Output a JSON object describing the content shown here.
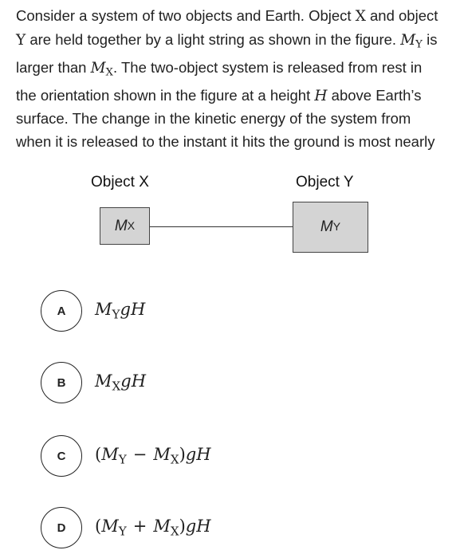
{
  "question": {
    "t1": "Consider a system of two objects and Earth. Object ",
    "x1": "X",
    "t2": " and object ",
    "y1": "Y",
    "t3": " are held together by a light string as shown in the figure. ",
    "my_M": "M",
    "my_s": "Y",
    "t4": " is larger than ",
    "mx_M": "M",
    "mx_s": "X",
    "t5": ". The two-object system is released from rest in the orientation shown in the figure at a height ",
    "h": "H",
    "t6": " above Earth’s surface. The change in the kinetic energy of the system from when it is released to the instant it hits the ground is most nearly"
  },
  "figure": {
    "label_x": "Object X",
    "label_y": "Object Y",
    "box_x": {
      "m": "M",
      "s": "X"
    },
    "box_y": {
      "m": "M",
      "s": "Y"
    }
  },
  "choices": [
    {
      "letter": "A",
      "parts": {
        "m1": "M",
        "s1": "Y",
        "rest": "gH"
      }
    },
    {
      "letter": "B",
      "parts": {
        "m1": "M",
        "s1": "X",
        "rest": "gH"
      }
    },
    {
      "letter": "C",
      "parts": {
        "open": "(",
        "m1": "M",
        "s1": "Y",
        "op": "−",
        "m2": "M",
        "s2": "X",
        "close": ")",
        "rest": "gH"
      }
    },
    {
      "letter": "D",
      "parts": {
        "open": "(",
        "m1": "M",
        "s1": "Y",
        "op": "+",
        "m2": "M",
        "s2": "X",
        "close": ")",
        "rest": "gH"
      }
    }
  ]
}
